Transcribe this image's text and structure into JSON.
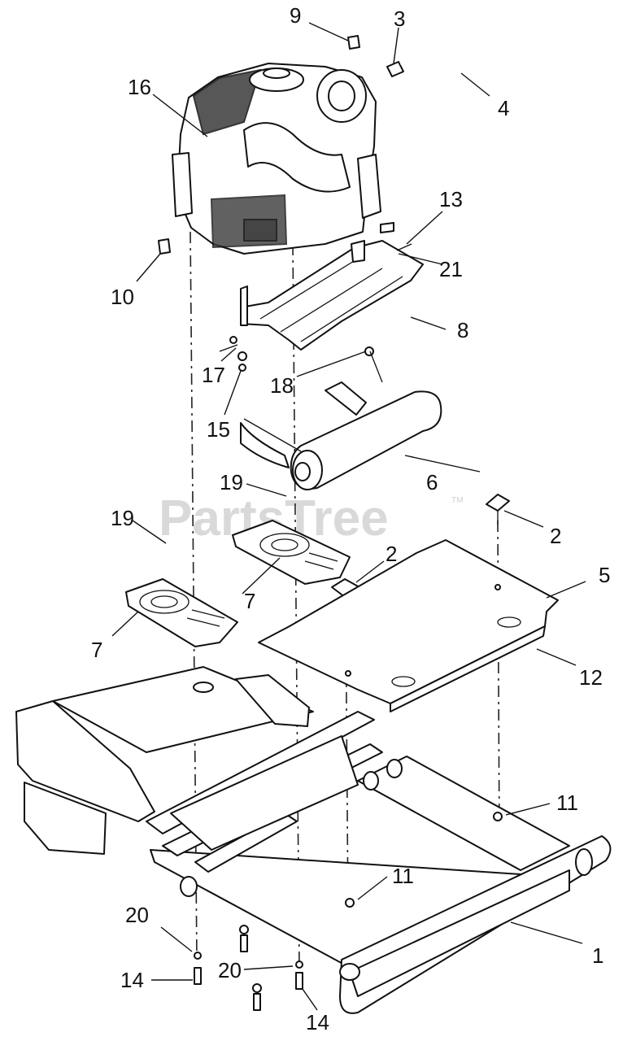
{
  "watermark": {
    "text": "PartsTree",
    "trademark": "TM"
  },
  "callouts": [
    {
      "id": "c9a",
      "text": "9"
    },
    {
      "id": "c3",
      "text": "3"
    },
    {
      "id": "c16",
      "text": "16"
    },
    {
      "id": "c4",
      "text": "4"
    },
    {
      "id": "c13",
      "text": "13"
    },
    {
      "id": "c21",
      "text": "21"
    },
    {
      "id": "c10",
      "text": "10"
    },
    {
      "id": "c8",
      "text": "8"
    },
    {
      "id": "c17",
      "text": "17"
    },
    {
      "id": "c18",
      "text": "18"
    },
    {
      "id": "c15",
      "text": "15"
    },
    {
      "id": "c19a",
      "text": "19"
    },
    {
      "id": "c6",
      "text": "6"
    },
    {
      "id": "c2a",
      "text": "2"
    },
    {
      "id": "c19b",
      "text": "19"
    },
    {
      "id": "c2b",
      "text": "2"
    },
    {
      "id": "c5",
      "text": "5"
    },
    {
      "id": "c7a",
      "text": "7"
    },
    {
      "id": "c7b",
      "text": "7"
    },
    {
      "id": "c12",
      "text": "12"
    },
    {
      "id": "c11a",
      "text": "11"
    },
    {
      "id": "c11b",
      "text": "11"
    },
    {
      "id": "c20a",
      "text": "20"
    },
    {
      "id": "c1",
      "text": "1"
    },
    {
      "id": "c14a",
      "text": "14"
    },
    {
      "id": "c20b",
      "text": "20"
    },
    {
      "id": "c14b",
      "text": "14"
    }
  ]
}
